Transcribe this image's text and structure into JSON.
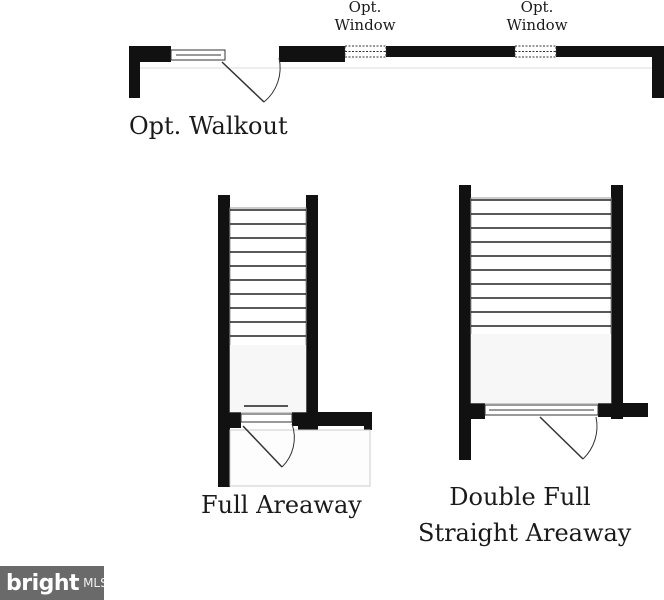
{
  "labels": {
    "window_1": "Opt.\nWindow",
    "window_2": "Opt.\nWindow",
    "walkout": "Opt. Walkout",
    "full_areaway": "Full Areaway",
    "double_full_line1": "Double Full",
    "double_full_line2": "Straight Areaway"
  },
  "badge": {
    "brand": "bright",
    "suffix": "MLS"
  },
  "colors": {
    "wall": "#111111",
    "tread": "#333333",
    "background": "#ffffff",
    "badge": "#6a6a6a"
  }
}
